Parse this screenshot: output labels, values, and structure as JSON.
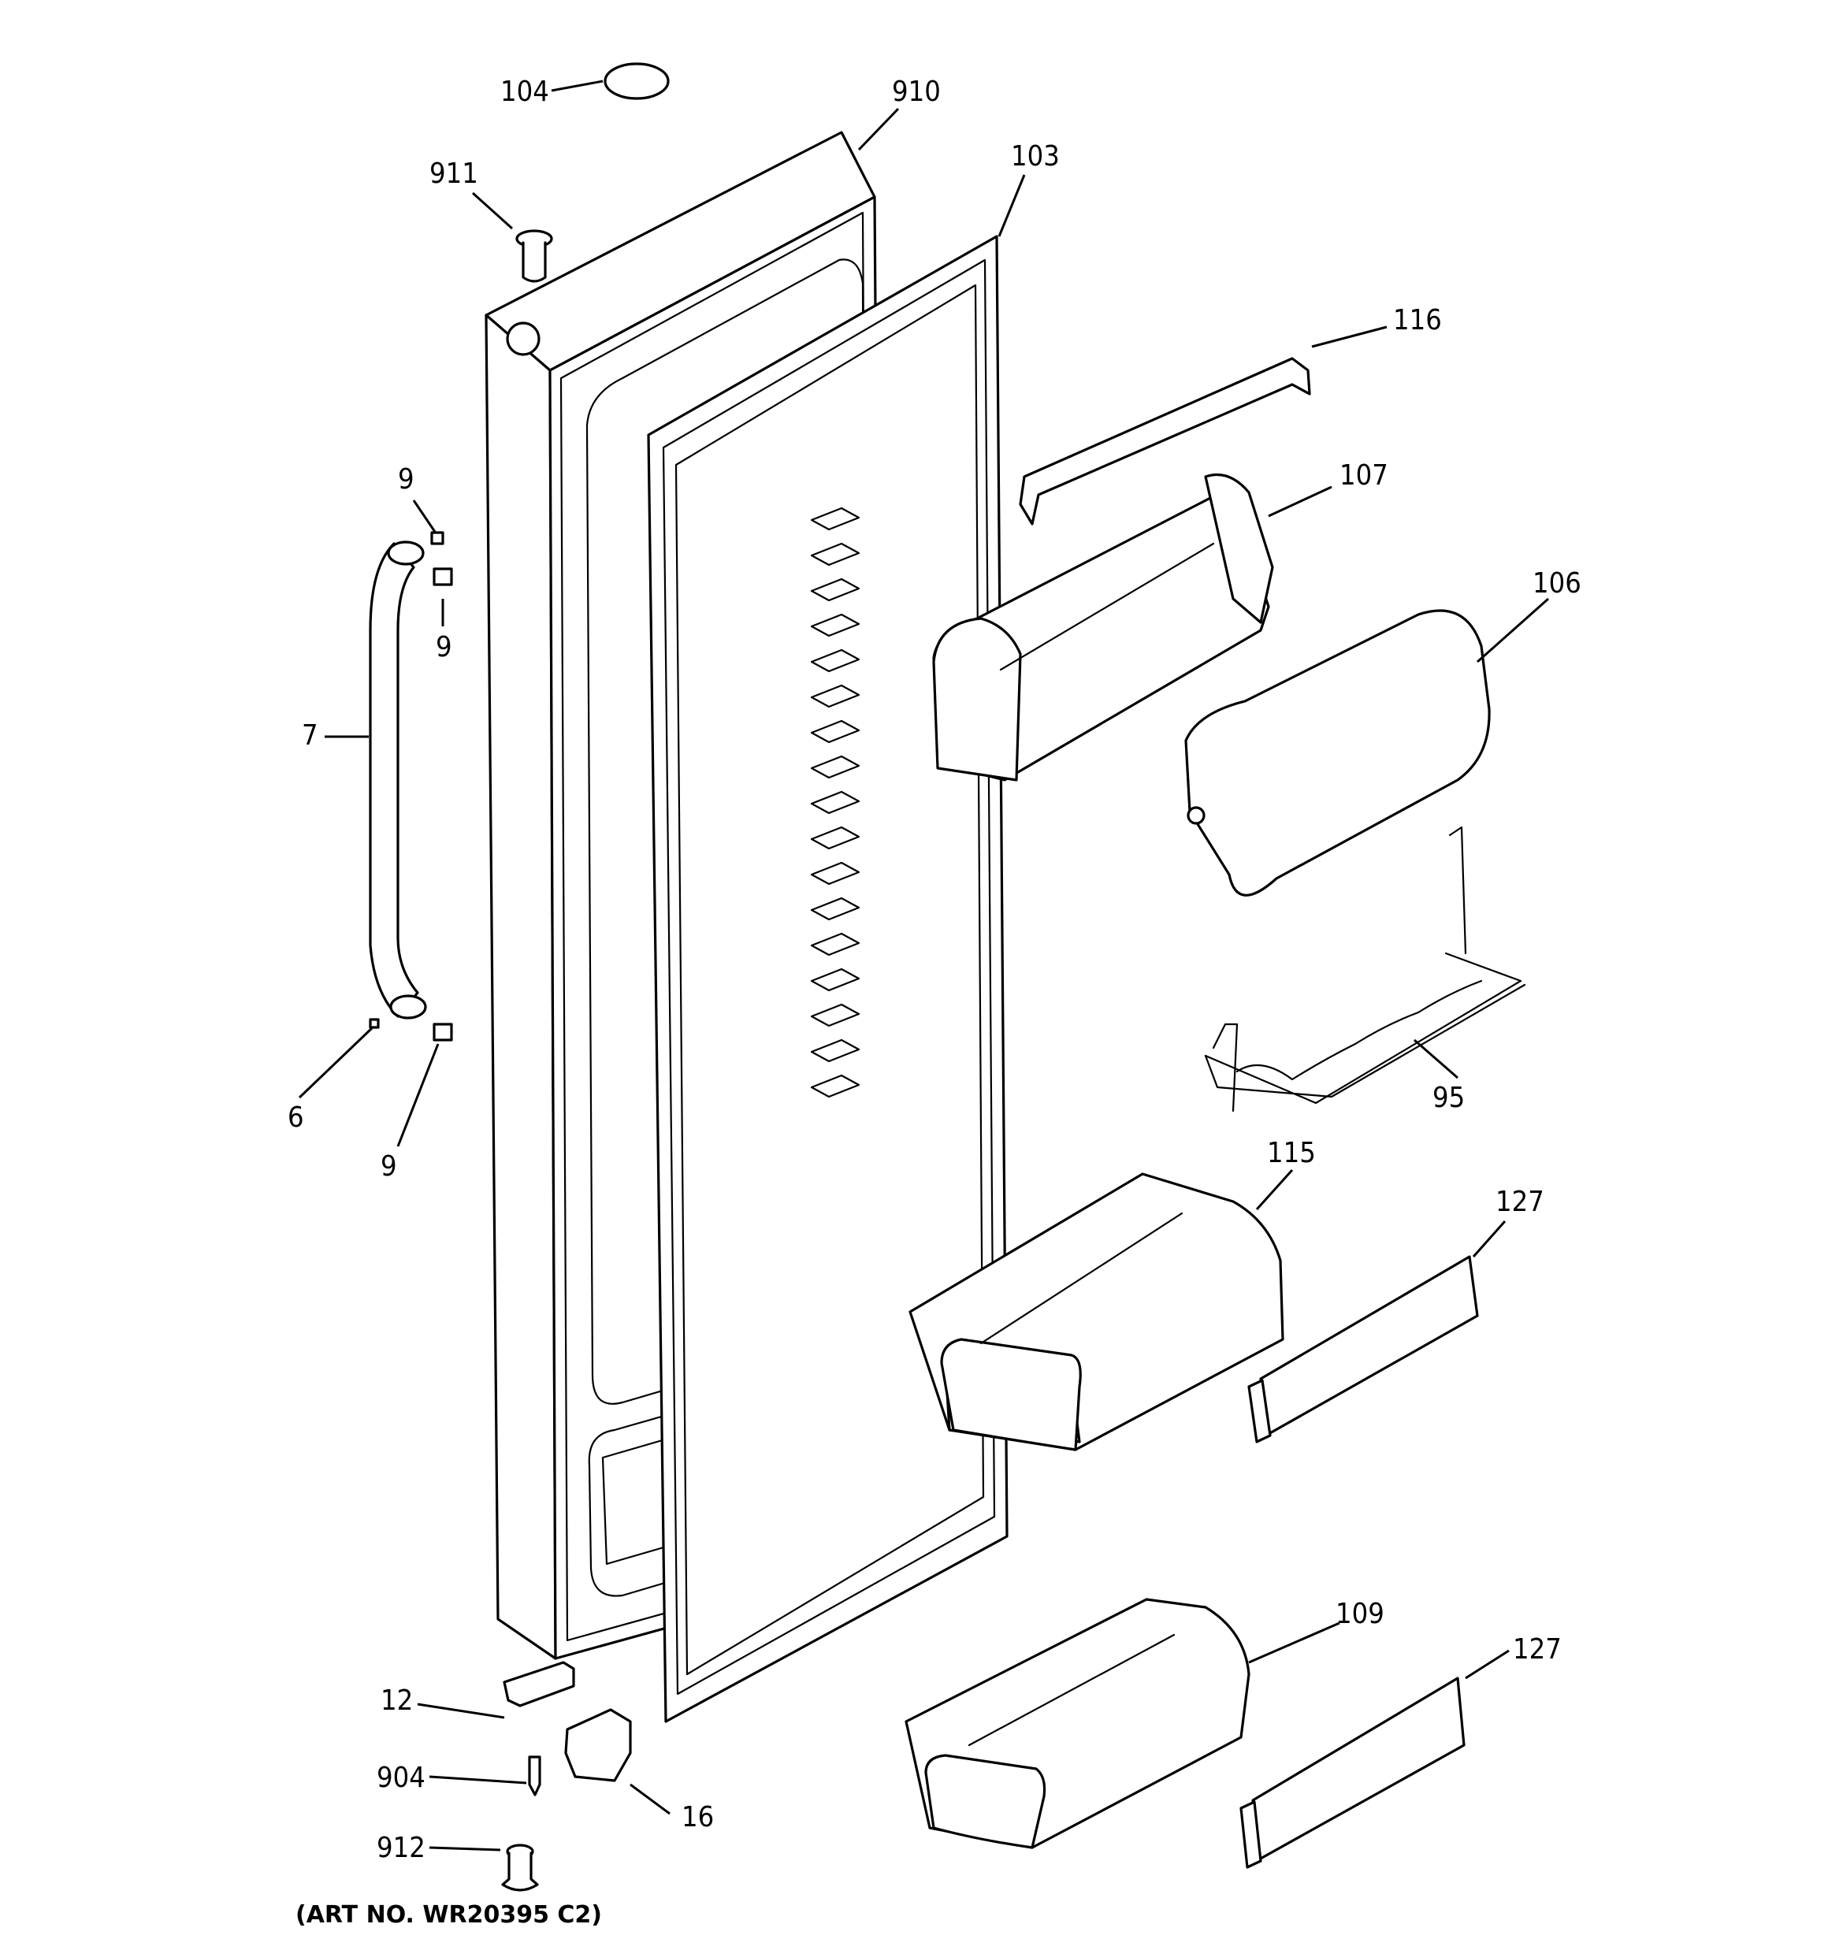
{
  "diagram": {
    "callouts": {
      "p104": "104",
      "p910": "910",
      "p911": "911",
      "p103": "103",
      "p116": "116",
      "p107": "107",
      "p106": "106",
      "p9a": "9",
      "p9b": "9",
      "p9c": "9",
      "p7": "7",
      "p6": "6",
      "p95": "95",
      "p115": "115",
      "p127a": "127",
      "p109": "109",
      "p127b": "127",
      "p12": "12",
      "p904": "904",
      "p16": "16",
      "p912": "912"
    },
    "art_number": "(ART NO. WR20395 C2)"
  }
}
